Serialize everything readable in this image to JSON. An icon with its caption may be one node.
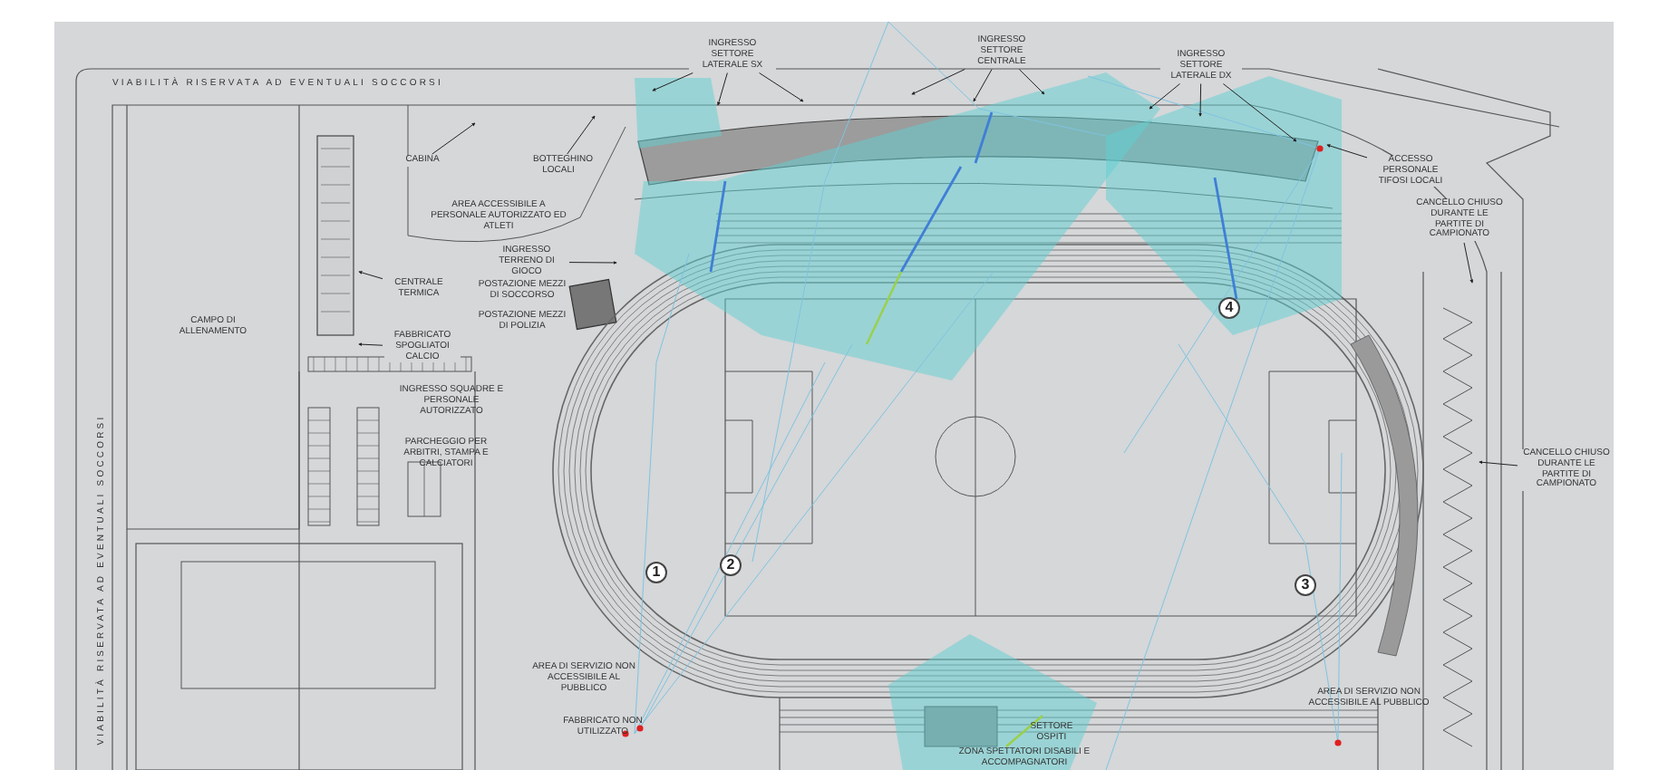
{
  "diagram": {
    "nodes": [
      {
        "text": [
          "INGRESSO SETTORE LATERALE SX"
        ]
      },
      {
        "text": [
          "INGRESSO SETTORE CENTRALE"
        ]
      },
      {
        "text": [
          "INGRESSO SETTORE LATERALE DX"
        ]
      },
      {
        "text": [
          "ACCESSO PERSONALE TIFOSI LOCALI"
        ]
      },
      {
        "text": [
          "CABINA"
        ]
      },
      {
        "text": [
          "BOTTEGHINO LOCALI"
        ]
      },
      {
        "text": [
          "INGRESSO TERRENO DI GIOCO"
        ]
      },
      {
        "text": [
          "CENTRALE TERMICA"
        ]
      },
      {
        "text": [
          "FABBRICATO SPOGLIATOI CALCIO"
        ]
      },
      {
        "text": [
          "CANCELLO CHIUSO DURANTE LE PARTITE DI CAMPIONATO"
        ]
      },
      {
        "text": [
          "CANCELLO CHIUSO DURANTE LE PARTITE DI CAMPIONATO"
        ]
      },
      {
        "text": [
          "1"
        ]
      },
      {
        "text": [
          "2"
        ]
      },
      {
        "text": [
          "3"
        ]
      },
      {
        "text": [
          "4"
        ]
      }
    ],
    "edges": [
      {
        "from": 0,
        "to": null,
        "arrow": "to"
      },
      {
        "from": 0,
        "to": null,
        "arrow": "to"
      },
      {
        "from": 0,
        "to": null,
        "arrow": "to"
      },
      {
        "from": 1,
        "to": null,
        "arrow": "to"
      },
      {
        "from": 1,
        "to": null,
        "arrow": "to"
      },
      {
        "from": 1,
        "to": null,
        "arrow": "to"
      },
      {
        "from": 2,
        "to": null,
        "arrow": "to"
      },
      {
        "from": 2,
        "to": null,
        "arrow": "to"
      },
      {
        "from": 2,
        "to": null,
        "arrow": "to"
      },
      {
        "from": 3,
        "to": null,
        "arrow": "to"
      },
      {
        "from": 4,
        "to": null,
        "arrow": "to"
      },
      {
        "from": 5,
        "to": null,
        "arrow": "to"
      },
      {
        "from": 6,
        "to": null,
        "arrow": "to"
      },
      {
        "from": 7,
        "to": null,
        "arrow": "to"
      },
      {
        "from": 8,
        "to": null,
        "arrow": "to"
      },
      {
        "from": 9,
        "to": null,
        "arrow": "to"
      },
      {
        "from": 10,
        "to": null,
        "arrow": "to"
      }
    ],
    "labels": [
      "VIABILITÀ RISERVATA AD EVENTUALI SOCCORSI",
      "AREA ACCESSIBILE A PERSONALE AUTORIZZATO ED ATLETI",
      "POSTAZIONE MEZZI DI SOCCORSO",
      "POSTAZIONE MEZZI DI POLIZIA",
      "CAMPO DI ALLENAMENTO",
      "INGRESSO SQUADRE E PERSONALE AUTORIZZATO",
      "PARCHEGGIO PER ARBITRI, STAMPA E CALCIATORI",
      "VIABILITÀ RISERVATA AD EVENTUALI SOCCORSI",
      "AREA DI SERVIZIO NON ACCESSIBILE AL PUBBLICO",
      "AREA DI SERVIZIO NON ACCESSIBILE AL PUBBLICO",
      "FABBRICATO NON UTILIZZATO",
      "SETTORE OSPITI",
      "ZONA SPETTATORI DISABILI E ACCOMPAGNATORI"
    ]
  }
}
